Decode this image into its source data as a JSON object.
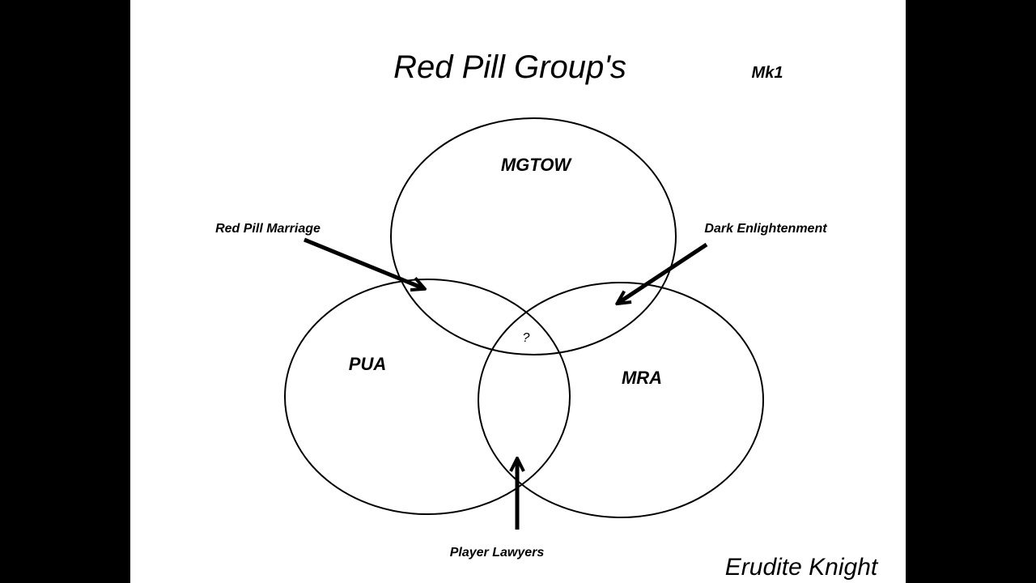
{
  "title": "Red Pill Group's",
  "version_tag": "Mk1",
  "author": "Erudite Knight",
  "circles": [
    {
      "id": "mgtow",
      "label": "MGTOW"
    },
    {
      "id": "pua",
      "label": "PUA"
    },
    {
      "id": "mra",
      "label": "MRA"
    }
  ],
  "center_intersection_label": "?",
  "annotations": [
    {
      "label": "Red Pill Marriage",
      "points_to": "MGTOW ∩ PUA"
    },
    {
      "label": "Dark Enlightenment",
      "points_to": "MGTOW ∩ MRA"
    },
    {
      "label": "Player Lawyers",
      "points_to": "PUA ∩ MRA"
    }
  ],
  "colors": {
    "background": "#000000",
    "slide": "#ffffff",
    "ink": "#000000"
  }
}
